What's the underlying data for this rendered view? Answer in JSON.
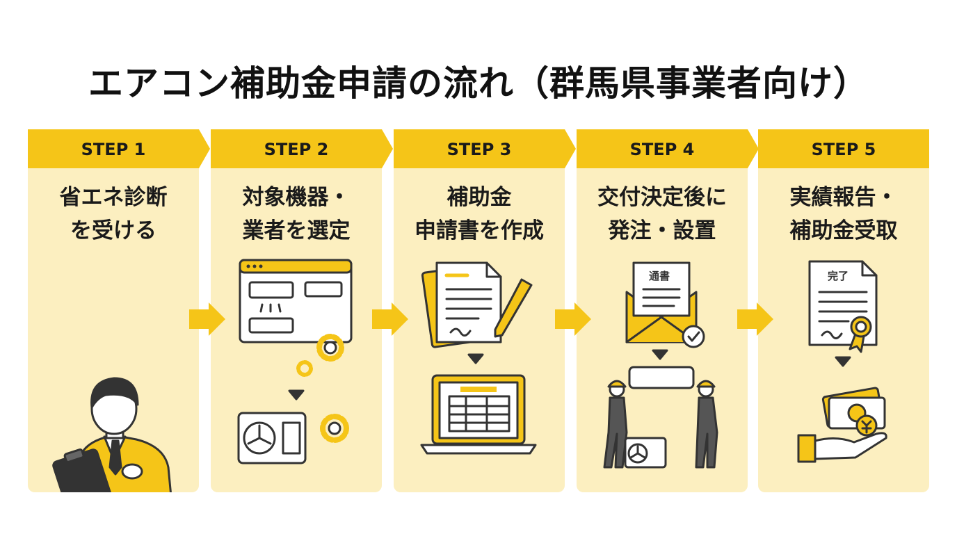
{
  "title": "エアコン補助金申請の流れ（群馬県事業者向け）",
  "colors": {
    "accent": "#f5c518",
    "card": "#fcefc0",
    "ink": "#333333"
  },
  "steps": [
    {
      "label": "STEP 1",
      "title_lines": [
        "省エネ診断",
        "を受ける"
      ],
      "icon": "consultant-with-clipboard-icon"
    },
    {
      "label": "STEP 2",
      "title_lines": [
        "対象機器・",
        "業者を選定"
      ],
      "icon": "air-conditioner-selection-icon"
    },
    {
      "label": "STEP 3",
      "title_lines": [
        "補助金",
        "申請書を作成"
      ],
      "icon": "application-document-laptop-icon"
    },
    {
      "label": "STEP 4",
      "title_lines": [
        "交付決定後に",
        "発注・設置"
      ],
      "icon": "notice-envelope-installation-icon",
      "envelope_text": "通書"
    },
    {
      "label": "STEP 5",
      "title_lines": [
        "実績報告・",
        "補助金受取"
      ],
      "icon": "completion-report-money-icon",
      "doc_text": "完了"
    }
  ]
}
